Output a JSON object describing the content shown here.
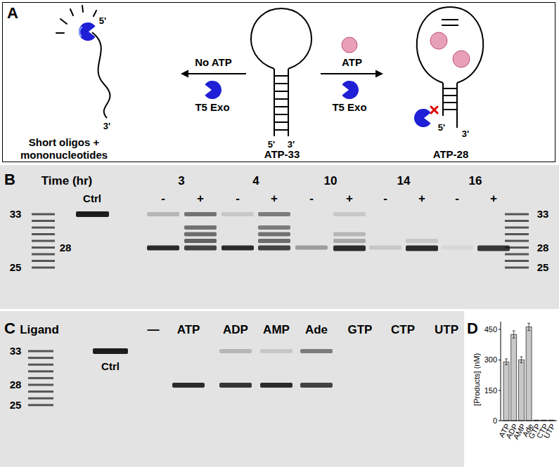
{
  "diagram": {
    "nodes": [
      {
        "text": [
          "A"
        ]
      },
      {
        "text": [
          "Short oligos + mononucleotides"
        ],
        "in": 0
      },
      {
        "text": [
          "ATP-33"
        ],
        "in": 0
      },
      {
        "text": [
          "ATP-28"
        ],
        "in": 0
      }
    ],
    "edges": [
      {
        "from": 2,
        "to": 1,
        "arrow": "to",
        "label": "No ATP"
      },
      {
        "from": 2,
        "to": 3,
        "arrow": "to",
        "label": "ATP"
      }
    ],
    "labels": [
      "5'",
      "3'",
      "T5 Exo",
      "T5 Exo",
      "5'",
      "3'",
      "5'",
      "3'",
      "B",
      "Time (hr)",
      "3",
      "4",
      "10",
      "14",
      "16",
      "Ctrl",
      "-",
      "+",
      "-",
      "+",
      "-",
      "+",
      "-",
      "+",
      "-",
      "+",
      "33",
      "28",
      "25",
      "33",
      "28",
      "25",
      "C",
      "Ligand",
      "—",
      "ATP",
      "ADP",
      "AMP",
      "Ade",
      "GTP",
      "CTP",
      "UTP",
      "Ctrl",
      "33",
      "28",
      "25",
      "D",
      "[Products] (nM)",
      "450",
      "300",
      "150",
      "0",
      "ATP",
      "ADP",
      "AMP",
      "Ade",
      "GTP",
      "CTP",
      "UTP"
    ]
  }
}
